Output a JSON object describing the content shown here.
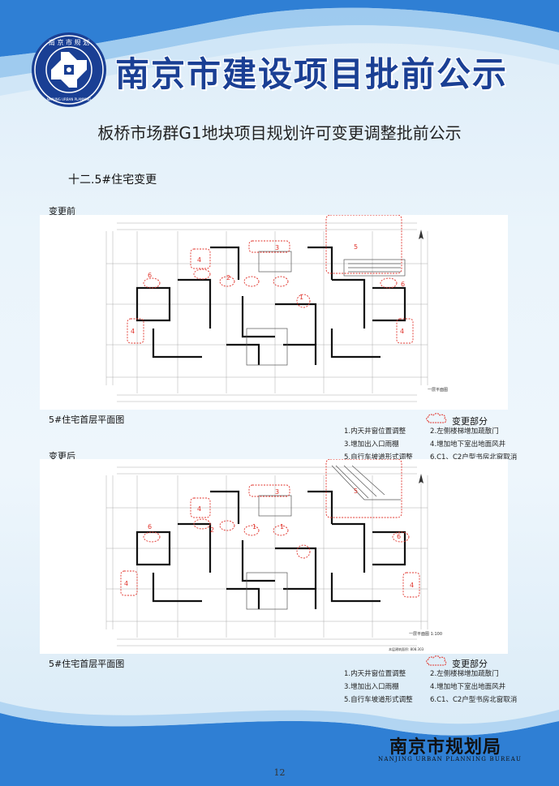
{
  "header": {
    "title": "南京市建设项目批前公示",
    "logo_ring_text": "南京市规划局",
    "logo_ring_en": "NANJING URBAN PLANNING BUREAU"
  },
  "subtitle": "板桥市场群G1地块项目规划许可变更调整批前公示",
  "section_title": "十二.5#住宅变更",
  "before": {
    "label": "变更前",
    "caption": "5#住宅首层平面图",
    "plan_scale_label": "一层平面图"
  },
  "after": {
    "label": "变更后",
    "caption": "5#住宅首层平面图",
    "plan_scale_label": "一层平面图 1:100",
    "area_note": "本层建筑面积: 808.303"
  },
  "legend": {
    "header": "变更部分",
    "items": [
      "1.内天井窗位置调整",
      "2.左侧楼梯增加疏散门",
      "3.增加出入口雨棚",
      "4.增加地下室出地面风井",
      "5.自行车坡道形式调整",
      "6.C1、C2户型书房北窗取消"
    ]
  },
  "markers": [
    "1",
    "2",
    "3",
    "4",
    "5",
    "6"
  ],
  "footer": {
    "brand": "南京市规划局",
    "brand_en": "NANJING URBAN PLANNING BUREAU",
    "page_number": "12"
  },
  "colors": {
    "title_blue": "#1a3f94",
    "wave_blue": "#2d7fd3",
    "cloud_red": "#e0342c"
  }
}
